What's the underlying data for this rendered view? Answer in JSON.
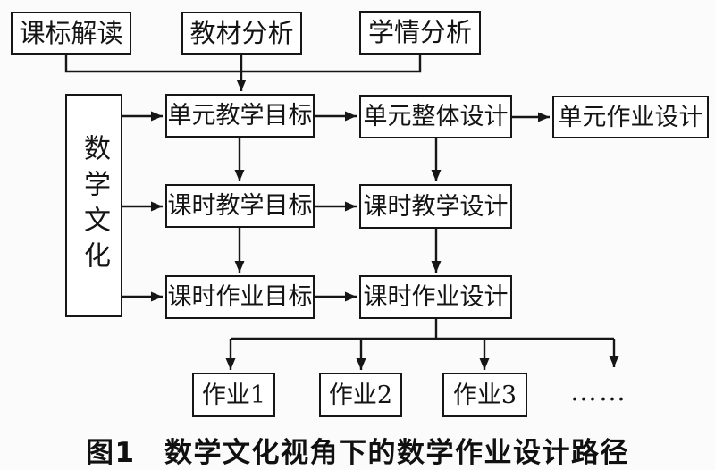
{
  "diagram": {
    "nodes": {
      "curriculum": "课标解读",
      "textbook": "教材分析",
      "learners": "学情分析",
      "culture": "数学文化",
      "unit_teach_goal": "单元教学目标",
      "lesson_teach_goal": "课时教学目标",
      "lesson_hw_goal": "课时作业目标",
      "unit_whole_design": "单元整体设计",
      "lesson_teach_design": "课时教学设计",
      "lesson_hw_design": "课时作业设计",
      "unit_hw_design": "单元作业设计",
      "hw1": "作业1",
      "hw2": "作业2",
      "hw3": "作业3",
      "more": "……"
    },
    "caption": "图1　数学文化视角下的数学作业设计路径",
    "edges": [
      {
        "from": "curriculum",
        "to": "unit_teach_goal"
      },
      {
        "from": "textbook",
        "to": "unit_teach_goal"
      },
      {
        "from": "learners",
        "to": "unit_teach_goal"
      },
      {
        "from": "culture",
        "to": "unit_teach_goal"
      },
      {
        "from": "culture",
        "to": "lesson_teach_goal"
      },
      {
        "from": "culture",
        "to": "lesson_hw_goal"
      },
      {
        "from": "unit_teach_goal",
        "to": "unit_whole_design"
      },
      {
        "from": "unit_teach_goal",
        "to": "lesson_teach_goal"
      },
      {
        "from": "unit_whole_design",
        "to": "unit_hw_design"
      },
      {
        "from": "unit_whole_design",
        "to": "lesson_teach_design"
      },
      {
        "from": "lesson_teach_goal",
        "to": "lesson_teach_design"
      },
      {
        "from": "lesson_teach_goal",
        "to": "lesson_hw_goal"
      },
      {
        "from": "lesson_teach_design",
        "to": "lesson_hw_design"
      },
      {
        "from": "lesson_hw_goal",
        "to": "lesson_hw_design"
      },
      {
        "from": "lesson_hw_design",
        "to": "hw1"
      },
      {
        "from": "lesson_hw_design",
        "to": "hw2"
      },
      {
        "from": "lesson_hw_design",
        "to": "hw3"
      },
      {
        "from": "lesson_hw_design",
        "to": "more"
      }
    ],
    "colors": {
      "line": "#161616",
      "box_fill": "#ffffff",
      "background": "#fbfbfb"
    }
  }
}
